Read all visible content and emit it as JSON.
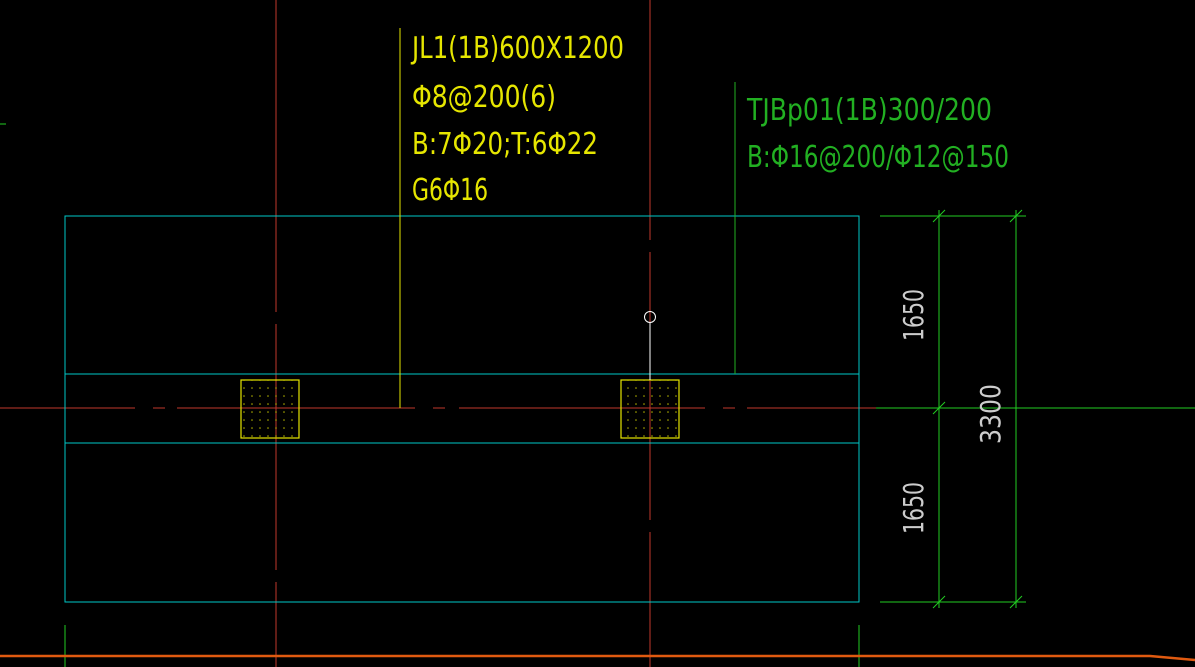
{
  "colors": {
    "background": "#000000",
    "axis": "#c0392b",
    "foundation": "#00c8c8",
    "beam_label": "#e6e600",
    "slab_label": "#22b022",
    "dimension": "#22cc22",
    "column": "#e6e600",
    "ground_line": "#e05a10",
    "marker": "#ffffff"
  },
  "beam_annotation": {
    "lines": [
      "JL1(1B)600X1200",
      "Φ8@200(6)",
      "B:7Φ20;T:6Φ22",
      "G6Φ16"
    ]
  },
  "slab_annotation": {
    "lines": [
      "TJBp01(1B)300/200",
      "B:Φ16@200/Φ12@150"
    ]
  },
  "dimensions": {
    "upper": "1650",
    "lower": "1650",
    "total": "3300"
  }
}
